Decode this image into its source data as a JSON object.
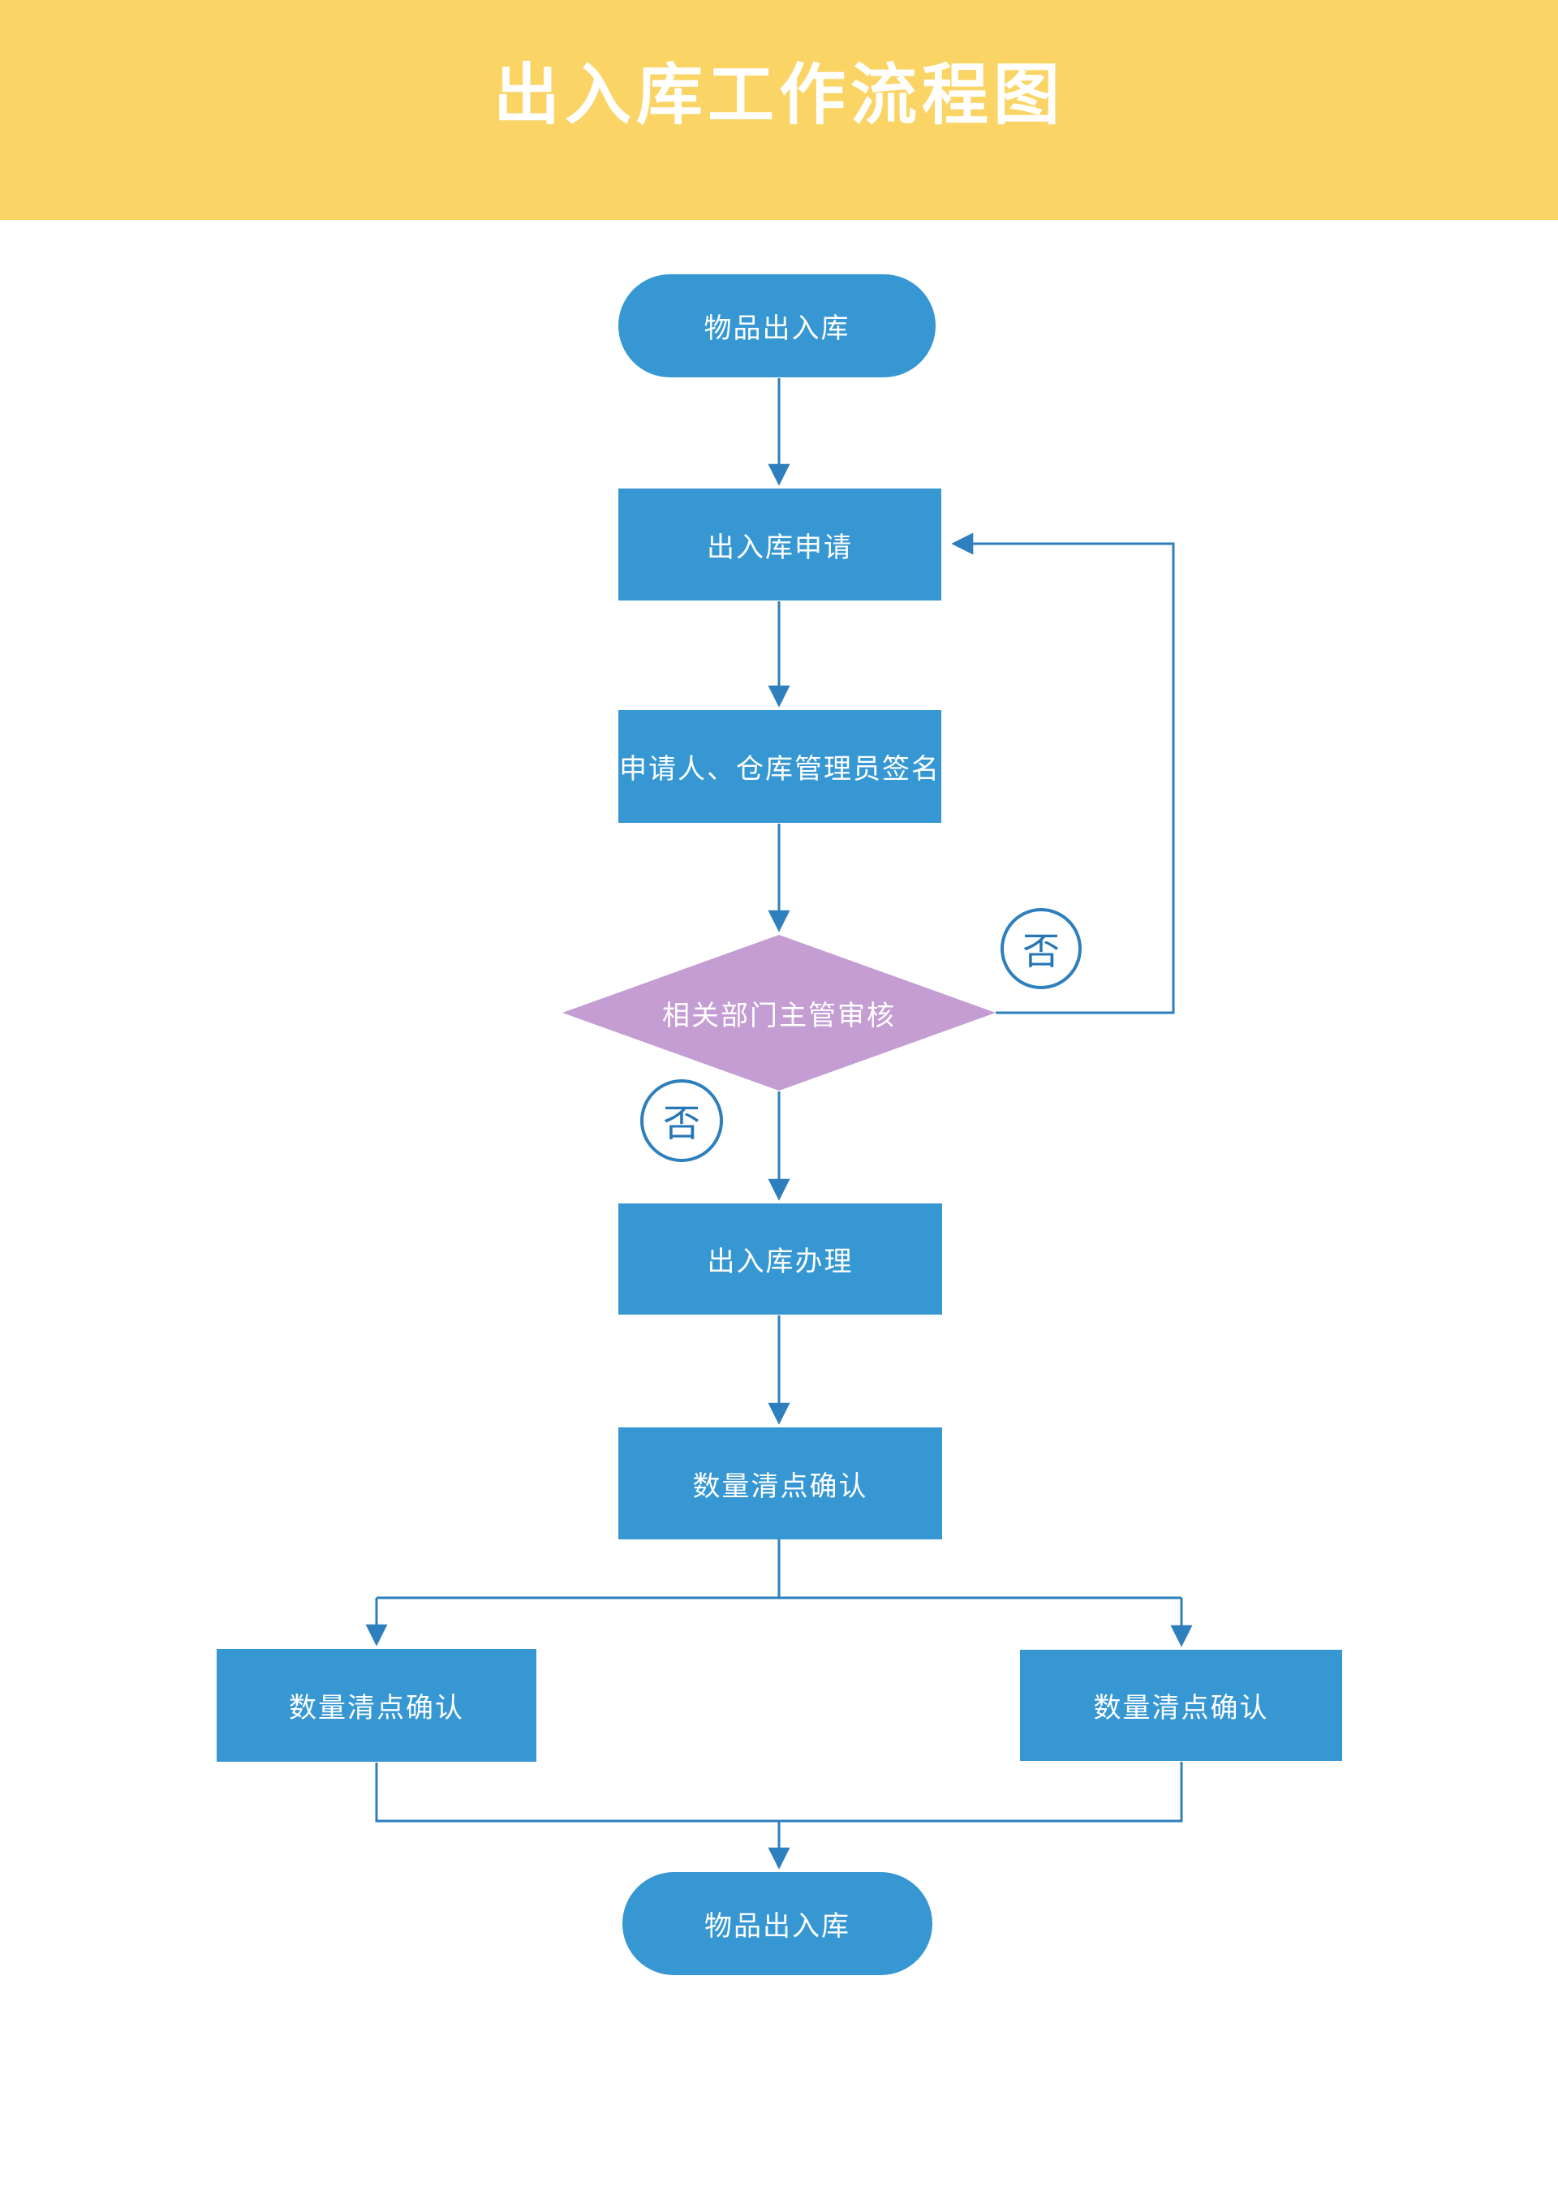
{
  "title": "出入库工作流程图",
  "colors": {
    "header-bg": "#FAD464",
    "node-fill": "#3697D3",
    "diamond-fill": "#C49DD3",
    "line": "#2E7FBD",
    "circle-label": "#2776B5",
    "node-text": "#FFFFFF"
  },
  "nodes": {
    "start": {
      "label": "物品出入库",
      "shape": "terminator"
    },
    "apply": {
      "label": "出入库申请",
      "shape": "process"
    },
    "sign": {
      "label": "申请人、仓库管理员签名",
      "shape": "process"
    },
    "review": {
      "label": "相关部门主管审核",
      "shape": "decision"
    },
    "handle": {
      "label": "出入库办理",
      "shape": "process"
    },
    "count": {
      "label": "数量清点确认",
      "shape": "process"
    },
    "count-left": {
      "label": "数量清点确认",
      "shape": "process"
    },
    "count-right": {
      "label": "数量清点确认",
      "shape": "process"
    },
    "end": {
      "label": "物品出入库",
      "shape": "terminator"
    }
  },
  "edge-labels": {
    "no-right": "否",
    "no-left": "否"
  }
}
